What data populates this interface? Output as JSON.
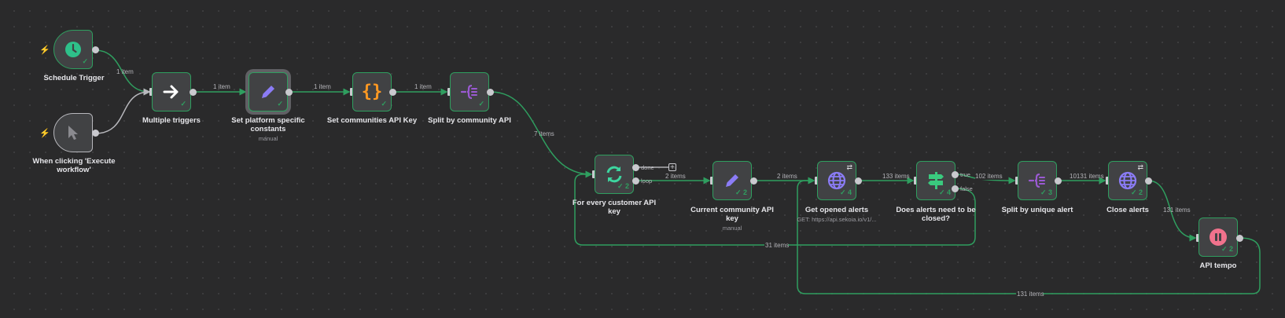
{
  "canvas": {
    "colors": {
      "background": "#2a2a2b",
      "success_edge": "#2f9e5f",
      "neutral_edge": "#b8b8bd",
      "node_fill": "#414244",
      "trigger_bolt": "#ff6d5a"
    }
  },
  "nodes": [
    {
      "id": "schedule",
      "label": "Schedule Trigger",
      "icon": "clock-icon",
      "icon_color": "#2ec08a",
      "trigger": true,
      "status": "success"
    },
    {
      "id": "manual",
      "label": "When clicking 'Execute workflow'",
      "label_lines": [
        "When clicking 'Execute",
        "workflow'"
      ],
      "icon": "pointer-icon",
      "icon_color": "#8a8a8f",
      "trigger": true,
      "status": "idle"
    },
    {
      "id": "multiple",
      "label": "Multiple triggers",
      "icon": "arrow-right-icon",
      "icon_color": "#ffffff",
      "status": "success"
    },
    {
      "id": "platform",
      "label": "Set platform specific constants",
      "label_lines": [
        "Set platform specific",
        "constants"
      ],
      "subtitle": "manual",
      "icon": "pencil-icon",
      "icon_color": "#8b7cf6",
      "status": "success",
      "selected": true
    },
    {
      "id": "communities",
      "label": "Set communities API Key",
      "icon": "braces-icon",
      "icon_color": "#ff9922",
      "status": "success"
    },
    {
      "id": "splitcommunity",
      "label": "Split by community API",
      "icon": "split-icon",
      "icon_color": "#9b5ad3",
      "status": "success"
    },
    {
      "id": "loop",
      "label": "For every customer API key",
      "label_lines": [
        "For every customer API",
        "key"
      ],
      "icon": "loop-icon",
      "icon_color": "#3dd6a0",
      "status": "success",
      "run_count": "2",
      "outputs": [
        "done",
        "loop"
      ]
    },
    {
      "id": "current",
      "label": "Current community API key",
      "label_lines": [
        "Current community API",
        "key"
      ],
      "subtitle": "manual",
      "icon": "pencil-icon",
      "icon_color": "#8b7cf6",
      "status": "success",
      "run_count": "2"
    },
    {
      "id": "getalerts",
      "label": "Get opened alerts",
      "subtitle": "GET: https://api.sekoia.io/v1/...",
      "icon": "globe-icon",
      "icon_color": "#8b7cf6",
      "status": "success",
      "run_count": "4",
      "badge": "retry-icon"
    },
    {
      "id": "ifnode",
      "label": "Does alerts need to be closed?",
      "label_lines": [
        "Does alerts need to be",
        "closed?"
      ],
      "icon": "signpost-icon",
      "icon_color": "#3ac97e",
      "status": "success",
      "run_count": "4",
      "outputs": [
        "true",
        "false"
      ]
    },
    {
      "id": "splitunique",
      "label": "Split by unique alert",
      "icon": "split-icon",
      "icon_color": "#9b5ad3",
      "status": "success",
      "run_count": "3"
    },
    {
      "id": "closealerts",
      "label": "Close alerts",
      "icon": "globe-icon",
      "icon_color": "#8b7cf6",
      "status": "success",
      "run_count": "2",
      "badge": "retry-icon"
    },
    {
      "id": "tempo",
      "label": "API tempo",
      "icon": "pause-icon",
      "icon_color": "#f0728c",
      "status": "success",
      "run_count": "2"
    }
  ],
  "edges": [
    {
      "from": "schedule",
      "to": "multiple",
      "label": "1 item"
    },
    {
      "from": "manual",
      "to": "multiple",
      "label": ""
    },
    {
      "from": "multiple",
      "to": "platform",
      "label": "1 item"
    },
    {
      "from": "platform",
      "to": "communities",
      "label": "1 item"
    },
    {
      "from": "communities",
      "to": "splitcommunity",
      "label": "1 item"
    },
    {
      "from": "splitcommunity",
      "to": "loop",
      "label": "7 items"
    },
    {
      "from": "loop",
      "output": "done",
      "to": null,
      "label": ""
    },
    {
      "from": "loop",
      "output": "loop",
      "to": "current",
      "label": "2 items"
    },
    {
      "from": "current",
      "to": "getalerts",
      "label": "2 items"
    },
    {
      "from": "getalerts",
      "to": "ifnode",
      "label": "133 items"
    },
    {
      "from": "ifnode",
      "output": "true",
      "to": "splitunique",
      "label": "102 items"
    },
    {
      "from": "ifnode",
      "output": "false",
      "to": "loop",
      "label": "31 items"
    },
    {
      "from": "splitunique",
      "to": "closealerts",
      "label": "10131 items"
    },
    {
      "from": "closealerts",
      "to": "tempo",
      "label": "131 items"
    },
    {
      "from": "tempo",
      "to": "getalerts",
      "label": "131 items"
    }
  ]
}
